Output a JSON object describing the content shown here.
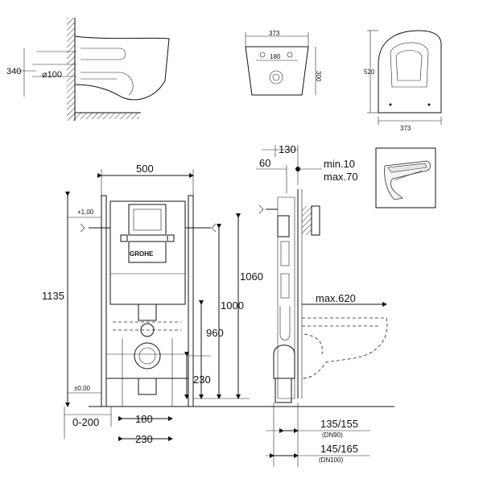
{
  "top_left": {
    "height_label": "340",
    "pipe_label": "⌀100"
  },
  "top_middle": {
    "width_label": "373",
    "inner_label": "180",
    "depth_label": "300"
  },
  "top_right": {
    "length_label": "520",
    "width_label": "373"
  },
  "front": {
    "width_label": "500",
    "brand_label": "GROHE",
    "level_top_label": "+1,00",
    "level_bottom_label": "±0,00",
    "height_1135": "1135",
    "height_1060": "1060",
    "height_1000": "1000",
    "height_960": "960",
    "height_230": "230",
    "offset_label": "0-200",
    "spacing_180": "180",
    "spacing_230": "230"
  },
  "side": {
    "top_130": "130",
    "top_60": "60",
    "min_label": "min.10",
    "max_label": "max.70",
    "max620_label": "max.620",
    "dim_135_155": "135/155",
    "dn90": "(DN90)",
    "dim_145_165": "145/165",
    "dn100": "(DN100)"
  }
}
